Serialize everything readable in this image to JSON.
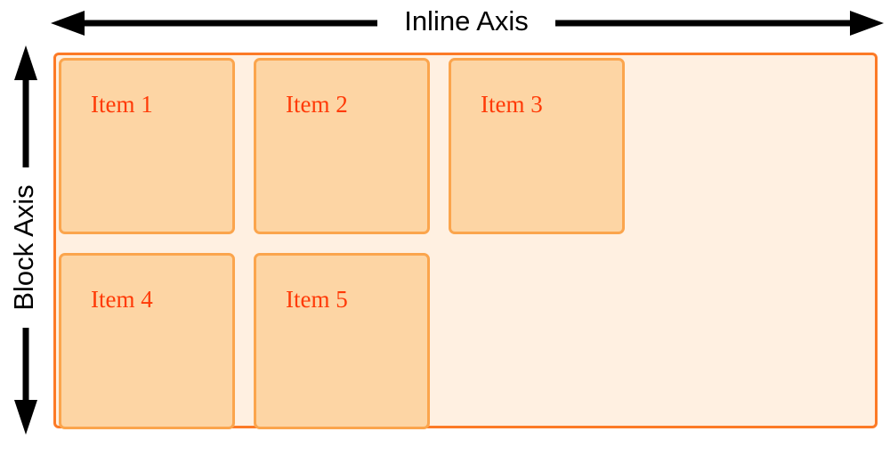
{
  "axes": {
    "inline_label": "Inline Axis",
    "block_label": "Block Axis"
  },
  "container": {
    "items": [
      {
        "label": "Item 1"
      },
      {
        "label": "Item 2"
      },
      {
        "label": "Item 3"
      },
      {
        "label": "Item 4"
      },
      {
        "label": "Item 5"
      }
    ]
  },
  "colors": {
    "container_border": "#fc7a26",
    "container_fill": "#fff0e1",
    "item_border": "#fba54d",
    "item_fill": "#fdd5a4",
    "item_text": "#ff3a07",
    "axis_arrow": "#000000"
  }
}
